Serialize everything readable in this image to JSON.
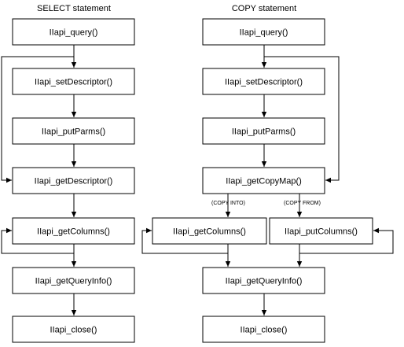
{
  "select": {
    "title": "SELECT statement",
    "boxes": [
      "IIapi_query()",
      "IIapi_setDescriptor()",
      "IIapi_putParms()",
      "IIapi_getDescriptor()",
      "IIapi_getColumns()",
      "IIapi_getQueryInfo()",
      "IIapi_close()"
    ]
  },
  "copy": {
    "title": "COPY statement",
    "boxes": [
      "IIapi_query()",
      "IIapi_setDescriptor()",
      "IIapi_putParms()",
      "IIapi_getCopyMap()",
      "IIapi_getColumns()",
      "IIapi_putColumns()",
      "IIapi_getQueryInfo()",
      "IIapi_close()"
    ],
    "branch_labels": {
      "copy_into": "(COPY INTO)",
      "copy_from": "(COPY FROM)"
    }
  }
}
